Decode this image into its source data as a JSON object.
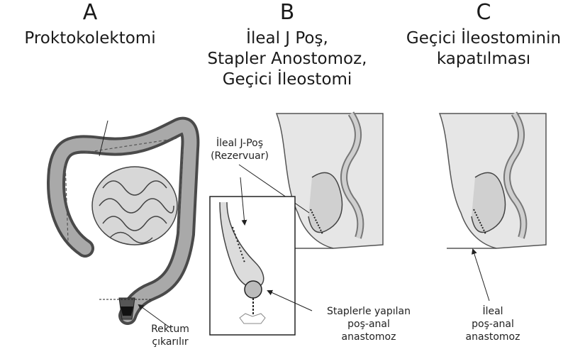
{
  "panels": [
    {
      "letter": "A",
      "title_lines": [
        "Proktokolektomi"
      ]
    },
    {
      "letter": "B",
      "title_lines": [
        "İleal J Poş,",
        "Stapler Anostomoz,",
        "Geçici İleostomi"
      ]
    },
    {
      "letter": "C",
      "title_lines": [
        "Geçici İleostominin",
        "kapatılması"
      ]
    }
  ],
  "labels": {
    "rektum": [
      "Rektum",
      "çıkarılır"
    ],
    "pouch": [
      "İleal J-Poş",
      "(Rezervuar)"
    ],
    "stapler": [
      "Staplerle yapılan",
      "poş-anal",
      "anastomoz"
    ],
    "ileal": [
      "İleal",
      "poş-anal",
      "anastomoz"
    ]
  }
}
